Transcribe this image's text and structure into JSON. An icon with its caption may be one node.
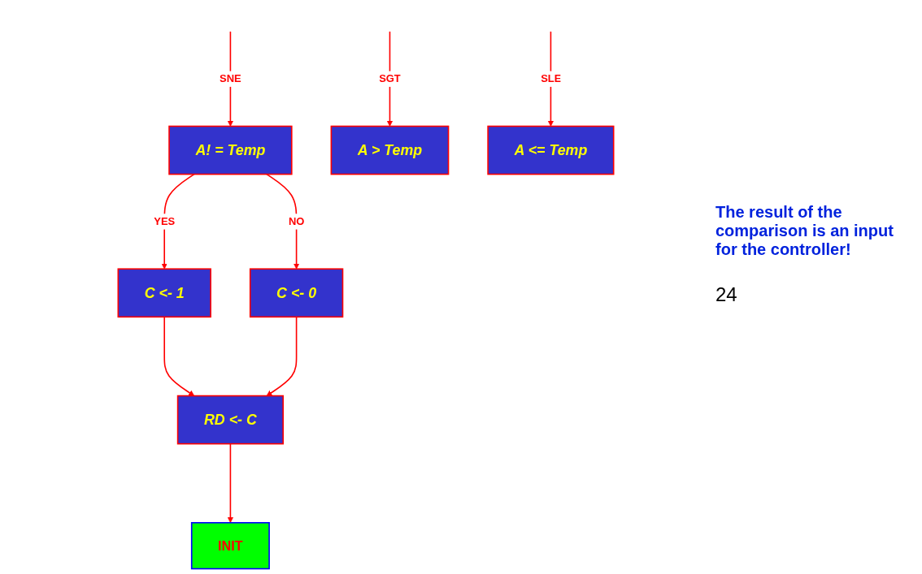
{
  "diagram": {
    "nodes": [
      {
        "text": [
          "A! = Temp"
        ]
      },
      {
        "text": [
          "A > Temp"
        ]
      },
      {
        "text": [
          "A <= Temp"
        ]
      },
      {
        "text": [
          "C <- 1"
        ]
      },
      {
        "text": [
          "C <- 0"
        ]
      },
      {
        "text": [
          "RD <- C"
        ]
      },
      {
        "text": [
          "INIT"
        ]
      }
    ],
    "edges": [
      {
        "from": null,
        "to": 0,
        "arrow": "to",
        "label": "SNE"
      },
      {
        "from": null,
        "to": 1,
        "arrow": "to",
        "label": "SGT"
      },
      {
        "from": null,
        "to": 2,
        "arrow": "to",
        "label": "SLE"
      },
      {
        "from": 0,
        "to": 3,
        "arrow": "to",
        "label": "YES"
      },
      {
        "from": 0,
        "to": 4,
        "arrow": "to",
        "label": "NO"
      },
      {
        "from": 3,
        "to": 5,
        "arrow": "to"
      },
      {
        "from": 4,
        "to": 5,
        "arrow": "to"
      },
      {
        "from": 5,
        "to": 6,
        "arrow": "to"
      }
    ],
    "labels": [
      "The result of the comparison is an input for the controller!",
      "24"
    ]
  }
}
